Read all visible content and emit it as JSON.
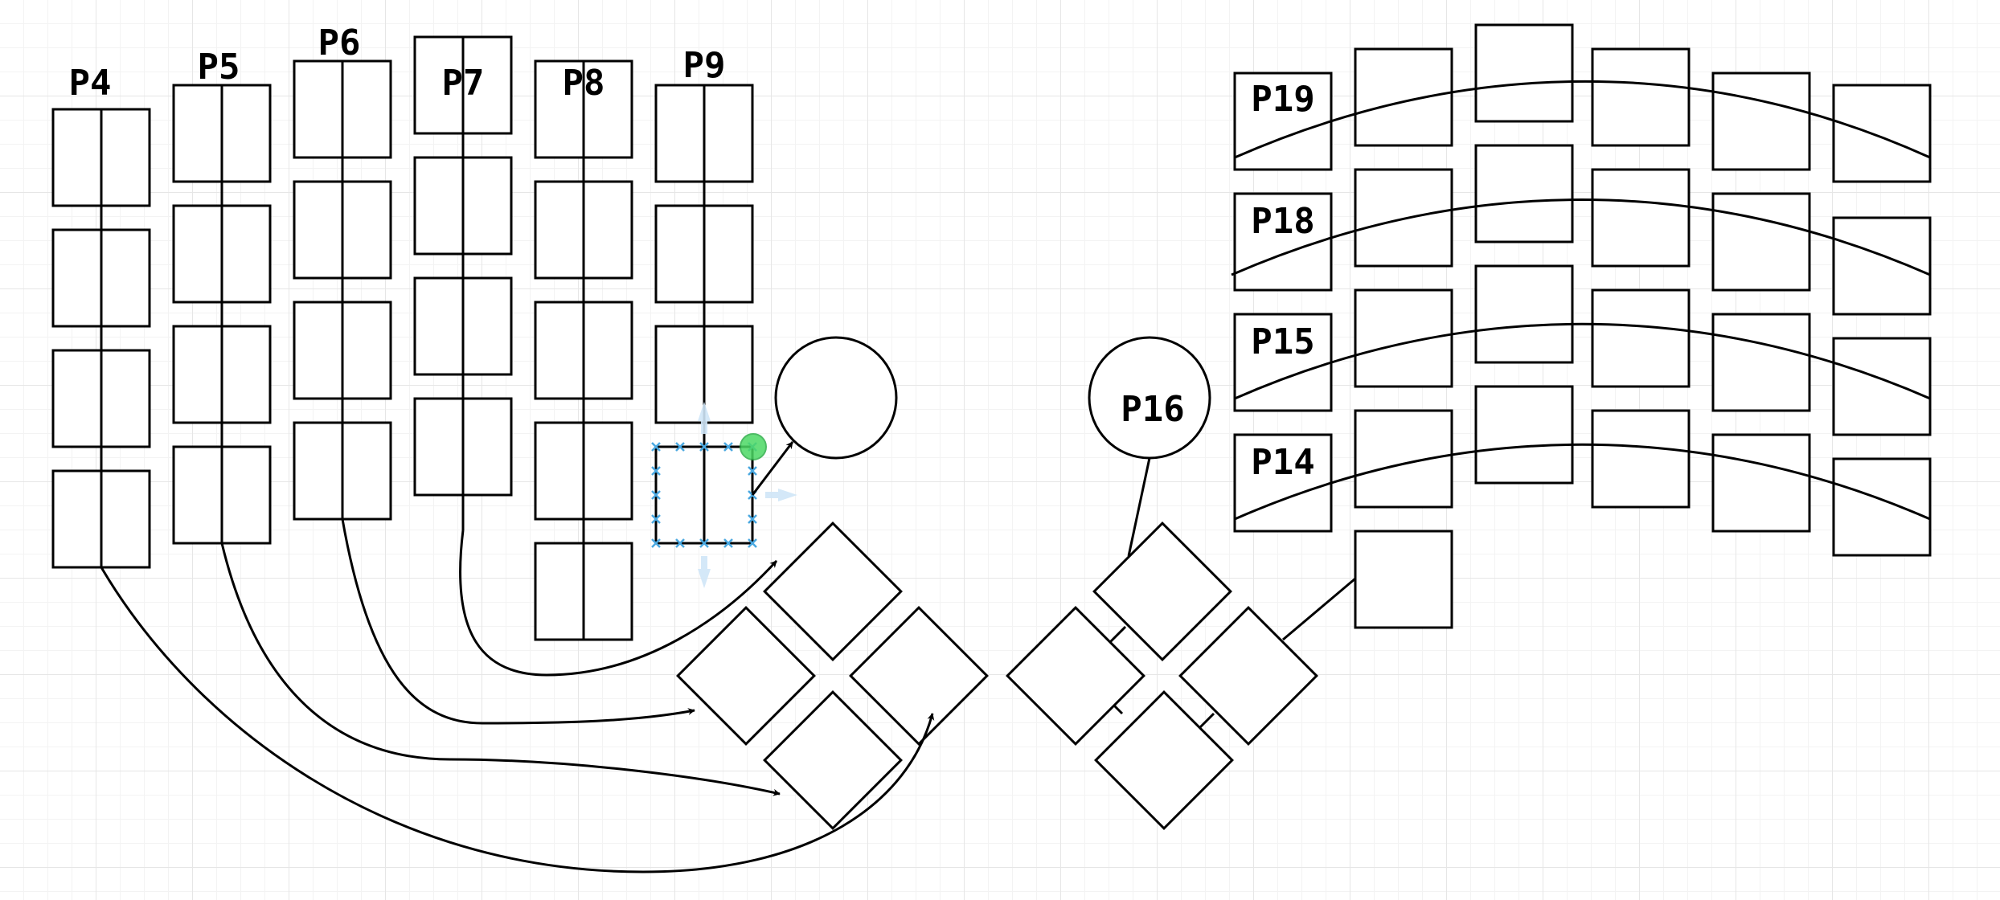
{
  "diagram": {
    "labels": {
      "p4": "P4",
      "p5": "P5",
      "p6": "P6",
      "p7": "P7",
      "p8": "P8",
      "p9": "P9",
      "p14": "P14",
      "p15": "P15",
      "p16": "P16",
      "p18": "P18",
      "p19": "P19"
    },
    "selected_shape": "p9-key-4",
    "colors": {
      "stroke": "#000000",
      "fill": "#ffffff",
      "selection_handle": "#4aa8e0",
      "hover_point": "#4cd964"
    }
  }
}
